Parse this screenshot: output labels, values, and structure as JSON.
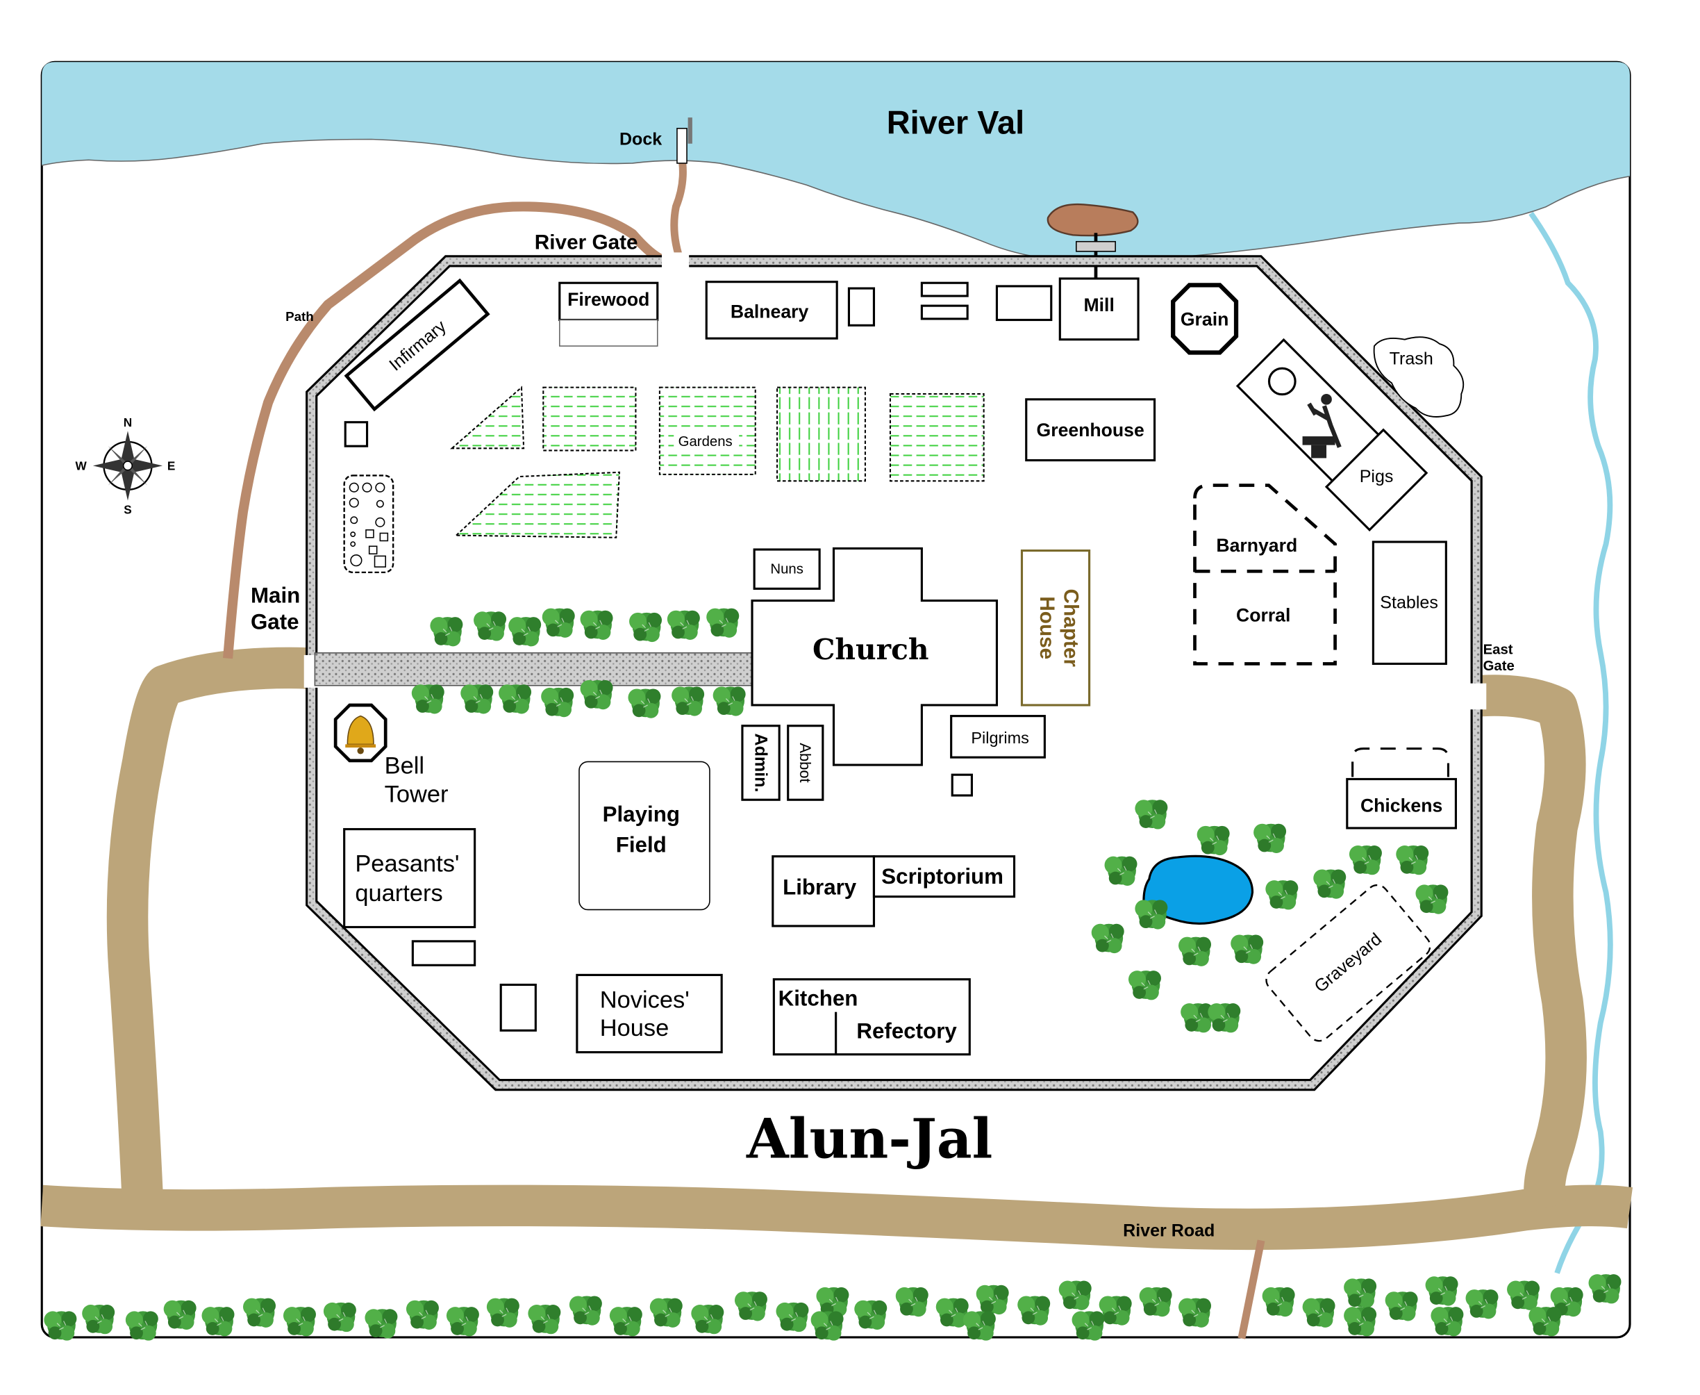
{
  "title": "Alun-Jal",
  "colors": {
    "river": "#a4dbe9",
    "stream": "#8fd4e6",
    "road": "#bca57a",
    "path": "#b98a6c",
    "wall": "#8a8a8a",
    "garden_lines": "#3fd13f",
    "tree": "#3f9a3a",
    "pond": "#0aa0e6",
    "chapter_border": "#7a6a2c",
    "chapter_text": "#7a5c1c",
    "mill_island": "#b87d5c"
  },
  "labels": {
    "river_val": "River Val",
    "dock": "Dock",
    "river_gate": "River Gate",
    "path": "Path",
    "main_gate": [
      "Main",
      "Gate"
    ],
    "east_gate": [
      "East",
      "Gate"
    ],
    "river_road": "River Road",
    "compass": {
      "n": "N",
      "s": "S",
      "e": "E",
      "w": "W"
    }
  },
  "buildings": {
    "infirmary": "Infirmary",
    "firewood": "Firewood",
    "balneary": "Balneary",
    "mill": "Mill",
    "grain": "Grain",
    "trash": "Trash",
    "greenhouse": "Greenhouse",
    "gardens": "Gardens",
    "pigs": "Pigs",
    "barnyard": "Barnyard",
    "corral": "Corral",
    "stables": "Stables",
    "nuns": "Nuns",
    "church": "Church",
    "chapter_house": [
      "Chapter",
      "House"
    ],
    "pilgrims": "Pilgrims",
    "admin": "Admin.",
    "abbot": "Abbot",
    "bell_tower": [
      "Bell",
      "Tower"
    ],
    "playing_field": [
      "Playing",
      "Field"
    ],
    "peasants_quarters": [
      "Peasants'",
      "quarters"
    ],
    "library": "Library",
    "scriptorium": "Scriptorium",
    "novices_house": [
      "Novices'",
      "House"
    ],
    "kitchen": "Kitchen",
    "refectory": "Refectory",
    "chickens": "Chickens",
    "graveyard": "Graveyard"
  },
  "icons": [
    "compass-rose-icon",
    "bell-icon",
    "blacksmith-anvil-icon",
    "dock-pier-icon"
  ]
}
